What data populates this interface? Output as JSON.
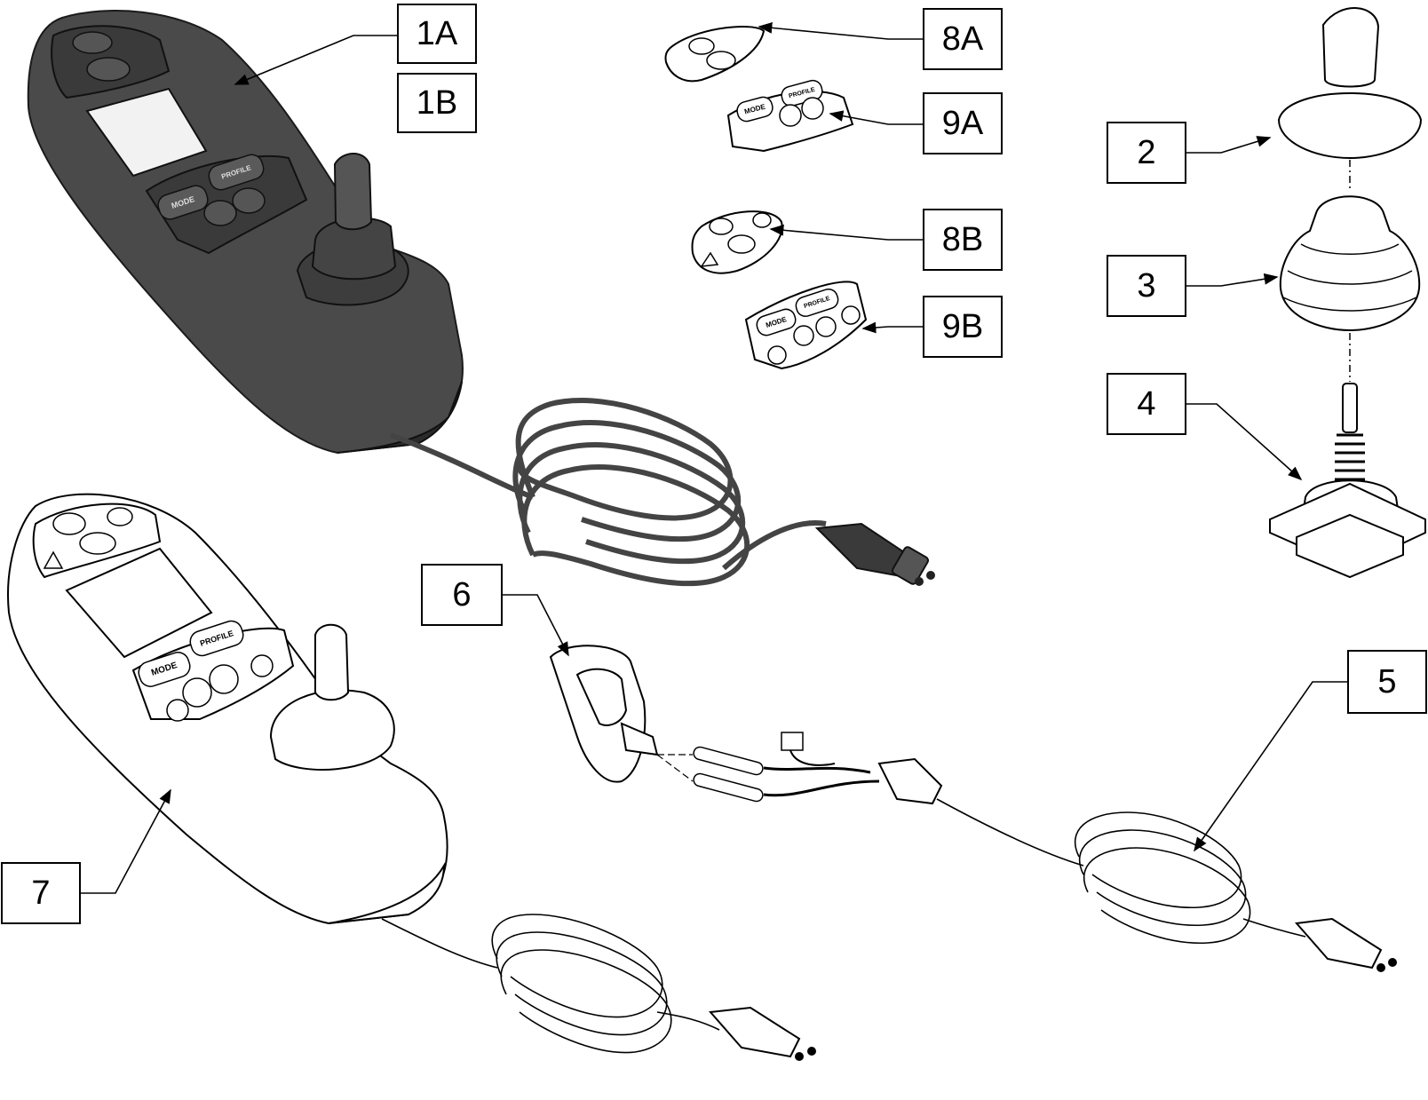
{
  "colors": {
    "line": "#000000",
    "background": "#ffffff",
    "dark_part": "#4a4a4a",
    "screen_light": "#f2f2f2"
  },
  "callouts": [
    {
      "id": "1A",
      "label": "1A"
    },
    {
      "id": "1B",
      "label": "1B"
    },
    {
      "id": "8A",
      "label": "8A"
    },
    {
      "id": "9A",
      "label": "9A"
    },
    {
      "id": "2",
      "label": "2"
    },
    {
      "id": "8B",
      "label": "8B"
    },
    {
      "id": "3",
      "label": "3"
    },
    {
      "id": "9B",
      "label": "9B"
    },
    {
      "id": "4",
      "label": "4"
    },
    {
      "id": "6",
      "label": "6"
    },
    {
      "id": "5",
      "label": "5"
    },
    {
      "id": "7",
      "label": "7"
    }
  ],
  "button_labels": {
    "mode": "MODE",
    "profile": "PROFILE"
  },
  "icons": [
    "power-icon",
    "horn-icon",
    "hazard-icon",
    "headlight-icon",
    "speed-down-icon",
    "speed-up-icon",
    "left-indicator-icon",
    "right-indicator-icon"
  ]
}
